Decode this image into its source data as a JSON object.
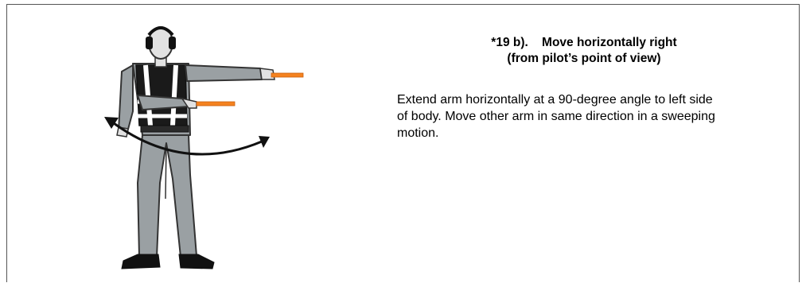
{
  "signal": {
    "title_line1": "*19 b).    Move horizontally right",
    "title_line2": "(from pilot’s point of view)",
    "description_lines": [
      "Extend arm horizontally at a 90-degree angle to left side",
      "of body. Move other arm in same direction in a sweeping",
      "motion."
    ]
  },
  "figure": {
    "wand_color": "#f5821f",
    "suit_color": "#9aa0a3",
    "vest_color": "#1a1a1a",
    "stripe_color": "#ffffff",
    "skin_color": "#e2e2e2",
    "arrow_color": "#111111"
  }
}
